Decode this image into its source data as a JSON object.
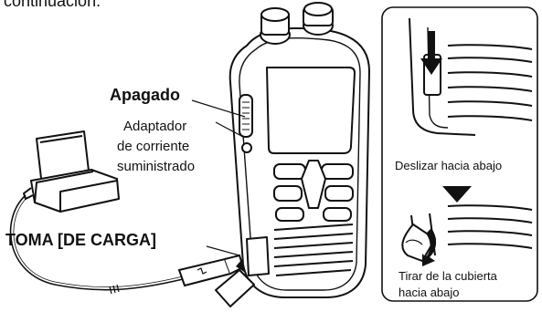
{
  "header_text": "continuación.",
  "labels": {
    "power_off": "Apagado",
    "adapter_line1": "Adaptador",
    "adapter_line2": "de corriente",
    "adapter_line3": "suministrado",
    "charge_jack": "TOMA [DE CARGA]",
    "slide_down": "Deslizar hacia abajo",
    "pull_cover_line1": "Tirar de la cubierta",
    "pull_cover_line2": "hacia abajo"
  }
}
